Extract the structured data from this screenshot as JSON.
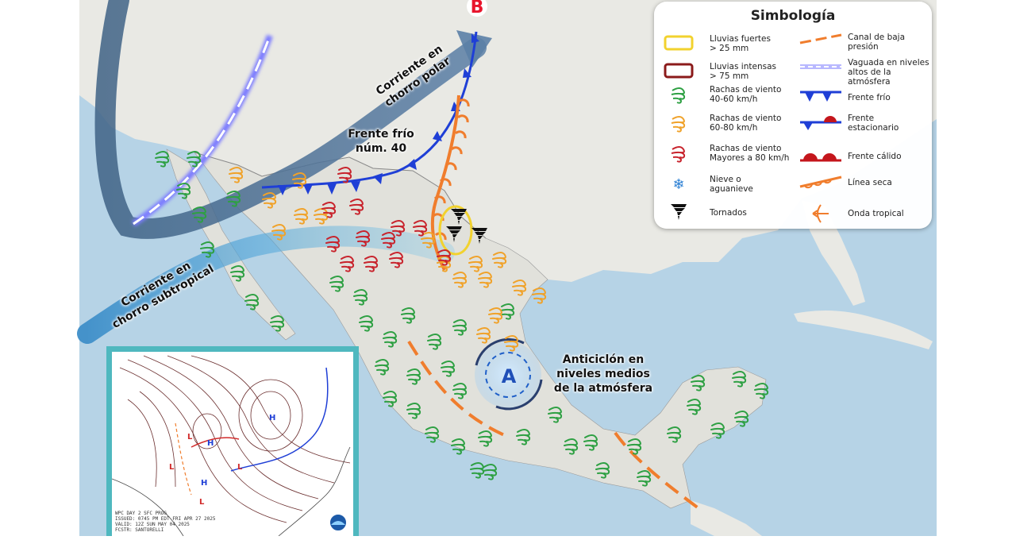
{
  "legend": {
    "title": "Simbología",
    "left": [
      {
        "icon": "yellow-box-icon",
        "lines": [
          "Lluvias fuertes",
          "> 25 mm"
        ]
      },
      {
        "icon": "red-box-icon",
        "lines": [
          "Lluvias intensas",
          "> 75 mm"
        ]
      },
      {
        "icon": "green-wind-gust-icon",
        "lines": [
          "Rachas de viento",
          "40-60 km/h"
        ]
      },
      {
        "icon": "orange-wind-gust-icon",
        "lines": [
          "Rachas de viento",
          "60-80 km/h"
        ]
      },
      {
        "icon": "red-wind-gust-icon",
        "lines": [
          "Rachas de viento",
          "Mayores a 80 km/h"
        ]
      },
      {
        "icon": "snowflake-icon",
        "lines": [
          "Nieve o",
          "aguanieve"
        ]
      },
      {
        "icon": "tornado-icon",
        "lines": [
          "Tornados"
        ]
      }
    ],
    "right": [
      {
        "icon": "low-pressure-trough-icon",
        "lines": [
          "Canal de baja",
          "presión"
        ]
      },
      {
        "icon": "upper-trough-icon",
        "lines": [
          "Vaguada en niveles",
          "altos de la atmósfera"
        ]
      },
      {
        "icon": "cold-front-icon",
        "lines": [
          "Frente frío"
        ]
      },
      {
        "icon": "stationary-front-icon",
        "lines": [
          "Frente",
          "estacionario"
        ]
      },
      {
        "icon": "warm-front-icon",
        "lines": [
          "Frente cálido"
        ]
      },
      {
        "icon": "dry-line-icon",
        "lines": [
          "Línea seca"
        ]
      },
      {
        "icon": "tropical-wave-icon",
        "lines": [
          "Onda tropical"
        ]
      }
    ]
  },
  "labels": {
    "polar_jet": [
      "Corriente en",
      "chorro polar"
    ],
    "subtropical_jet": [
      "Corriente en",
      "chorro subtropical"
    ],
    "cold_front": [
      "Frente frío",
      "núm. 40"
    ],
    "anticyclone": [
      "Anticiclón en",
      "niveles medios",
      "de la atmósfera"
    ],
    "anticyclone_letter": "A",
    "low_letter": "B"
  },
  "inset": {
    "footer": [
      "WPC DAY 2 SFC PROG",
      "ISSUED: 0745 PM EDT FRI APR 27 2025",
      "VALID: 12Z SUN MAY 04 2025",
      "FCSTR: SANTORELLI"
    ],
    "highs": [
      "H",
      "H",
      "H"
    ],
    "lows": [
      "L",
      "L",
      "L",
      "L"
    ]
  },
  "colors": {
    "ocean": "#b6d3e6",
    "land": "#e9e9e4",
    "mexico": "#e1e1db",
    "cold_front": "#1f3fd6",
    "dry_line": "#f07d2d",
    "wind_green": "#2ea043",
    "wind_orange": "#f0a22a",
    "wind_red": "#c8232c",
    "rain_yellow": "#f2d22e",
    "jet": "#4a6f94",
    "subtropical": "#5aa9d6"
  }
}
